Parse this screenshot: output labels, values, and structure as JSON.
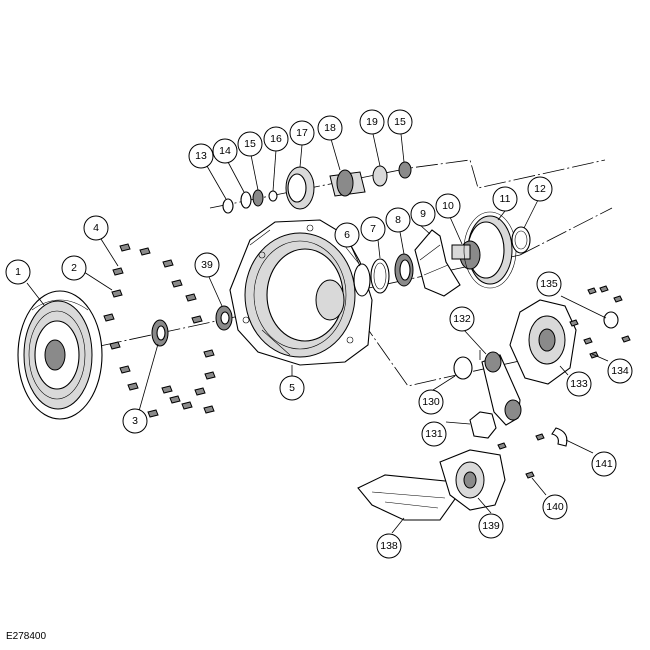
{
  "figure_id": "E278400",
  "callouts": [
    {
      "label": "1"
    },
    {
      "label": "2"
    },
    {
      "label": "3"
    },
    {
      "label": "4"
    },
    {
      "label": "5"
    },
    {
      "label": "6"
    },
    {
      "label": "7"
    },
    {
      "label": "8"
    },
    {
      "label": "9"
    },
    {
      "label": "10"
    },
    {
      "label": "11"
    },
    {
      "label": "12"
    },
    {
      "label": "13"
    },
    {
      "label": "14"
    },
    {
      "label": "15"
    },
    {
      "label": "16"
    },
    {
      "label": "17"
    },
    {
      "label": "18"
    },
    {
      "label": "19"
    },
    {
      "label": "15"
    },
    {
      "label": "39"
    },
    {
      "label": "130"
    },
    {
      "label": "131"
    },
    {
      "label": "132"
    },
    {
      "label": "133"
    },
    {
      "label": "134"
    },
    {
      "label": "135"
    },
    {
      "label": "138"
    },
    {
      "label": "139"
    },
    {
      "label": "140"
    },
    {
      "label": "141"
    }
  ]
}
